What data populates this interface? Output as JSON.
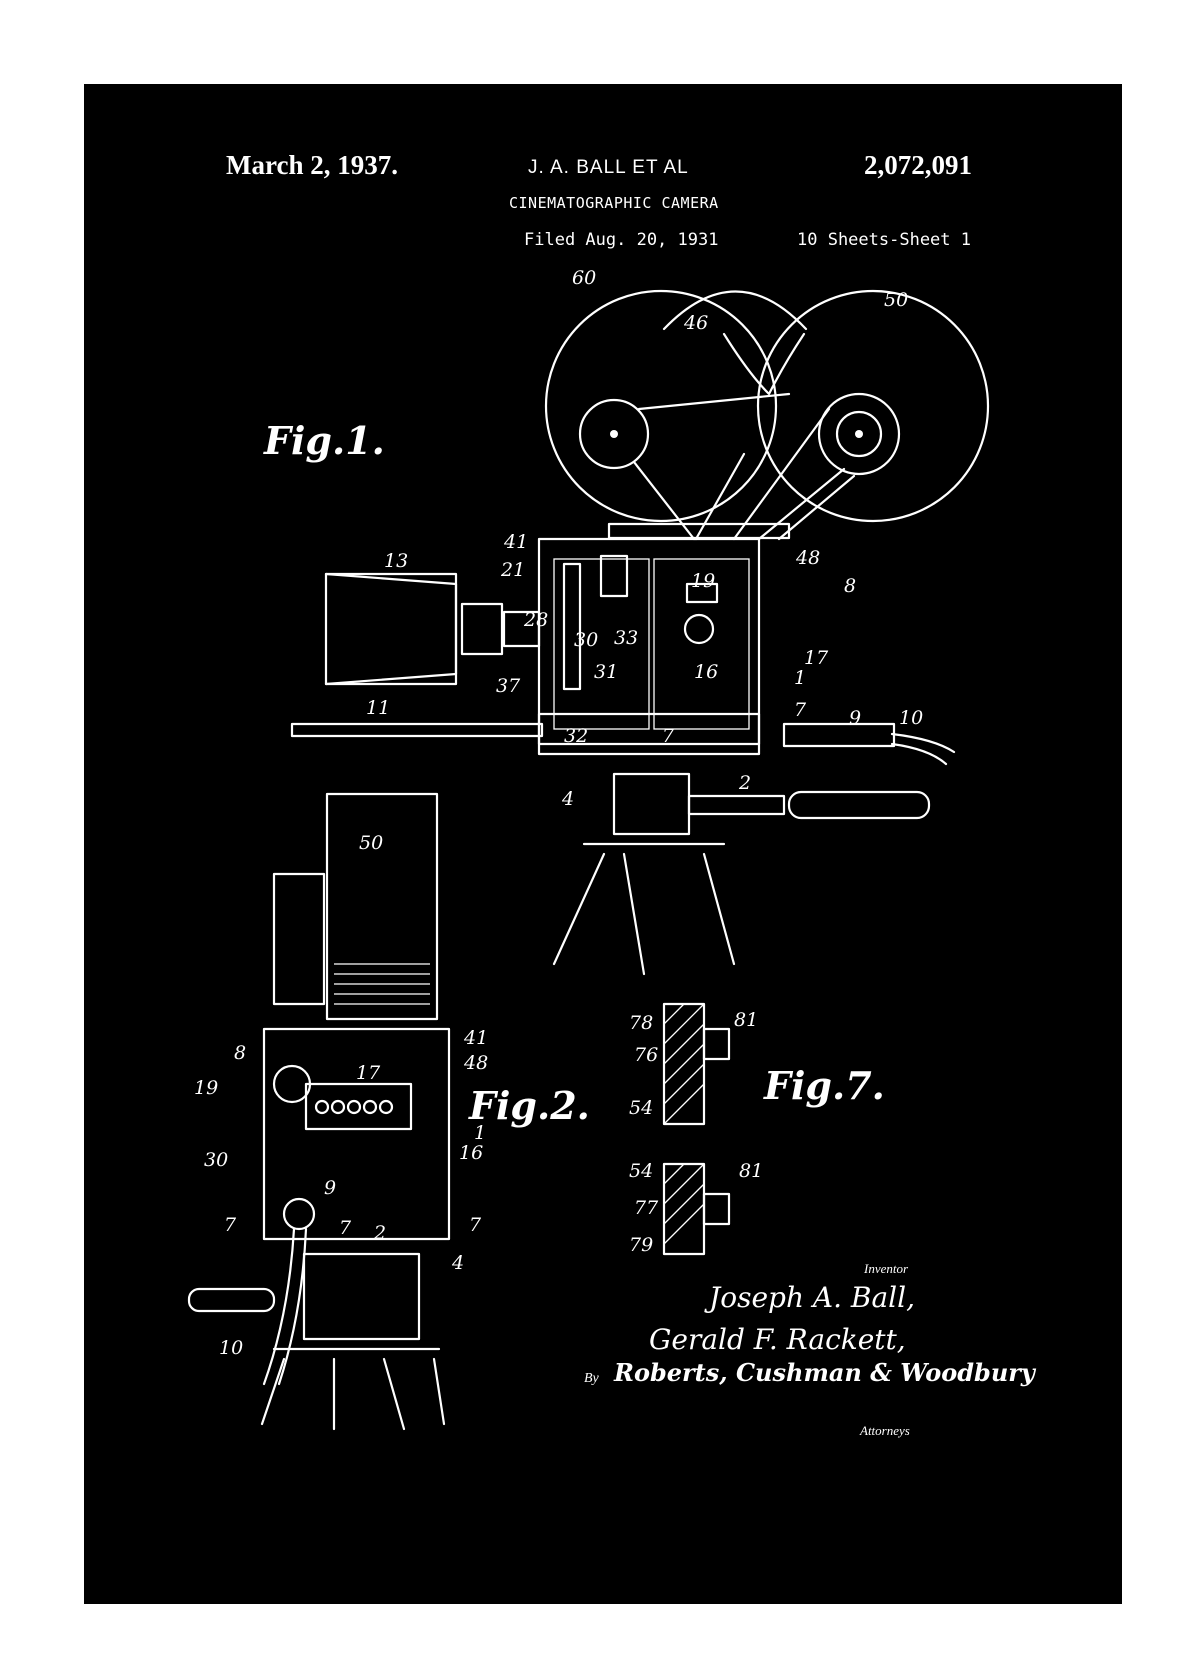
{
  "header": {
    "date": "March 2, 1937.",
    "inventor_line": "J. A. BALL ET AL",
    "patent_number": "2,072,091",
    "title": "CINEMATOGRAPHIC CAMERA",
    "filed": "Filed Aug. 20, 1931",
    "sheets": "10 Sheets-Sheet 1"
  },
  "figures": {
    "fig1": "Fig.1.",
    "fig2": "Fig.2.",
    "fig7": "Fig.7."
  },
  "fig1_refs": [
    "60",
    "46",
    "50",
    "13",
    "41",
    "21",
    "48",
    "8",
    "19",
    "28",
    "30",
    "33",
    "31",
    "16",
    "17",
    "1",
    "37",
    "7",
    "9",
    "10",
    "11",
    "32",
    "7",
    "2",
    "4"
  ],
  "fig2_refs": [
    "50",
    "41",
    "48",
    "8",
    "17",
    "19",
    "30",
    "16",
    "1",
    "9",
    "7",
    "7",
    "2",
    "7",
    "4",
    "10"
  ],
  "fig7_refs": [
    "78",
    "81",
    "76",
    "54",
    "54",
    "81",
    "77",
    "79"
  ],
  "signature": {
    "inventor_label": "Inventor",
    "name1": "Joseph A. Ball,",
    "name2": "Gerald F. Rackett,",
    "by": "By",
    "attorneys_firm": "Roberts, Cushman & Woodbury",
    "attorneys_label": "Attorneys"
  },
  "colors": {
    "background": "#000000",
    "ink": "#ffffff",
    "frame": "#ffffff"
  }
}
